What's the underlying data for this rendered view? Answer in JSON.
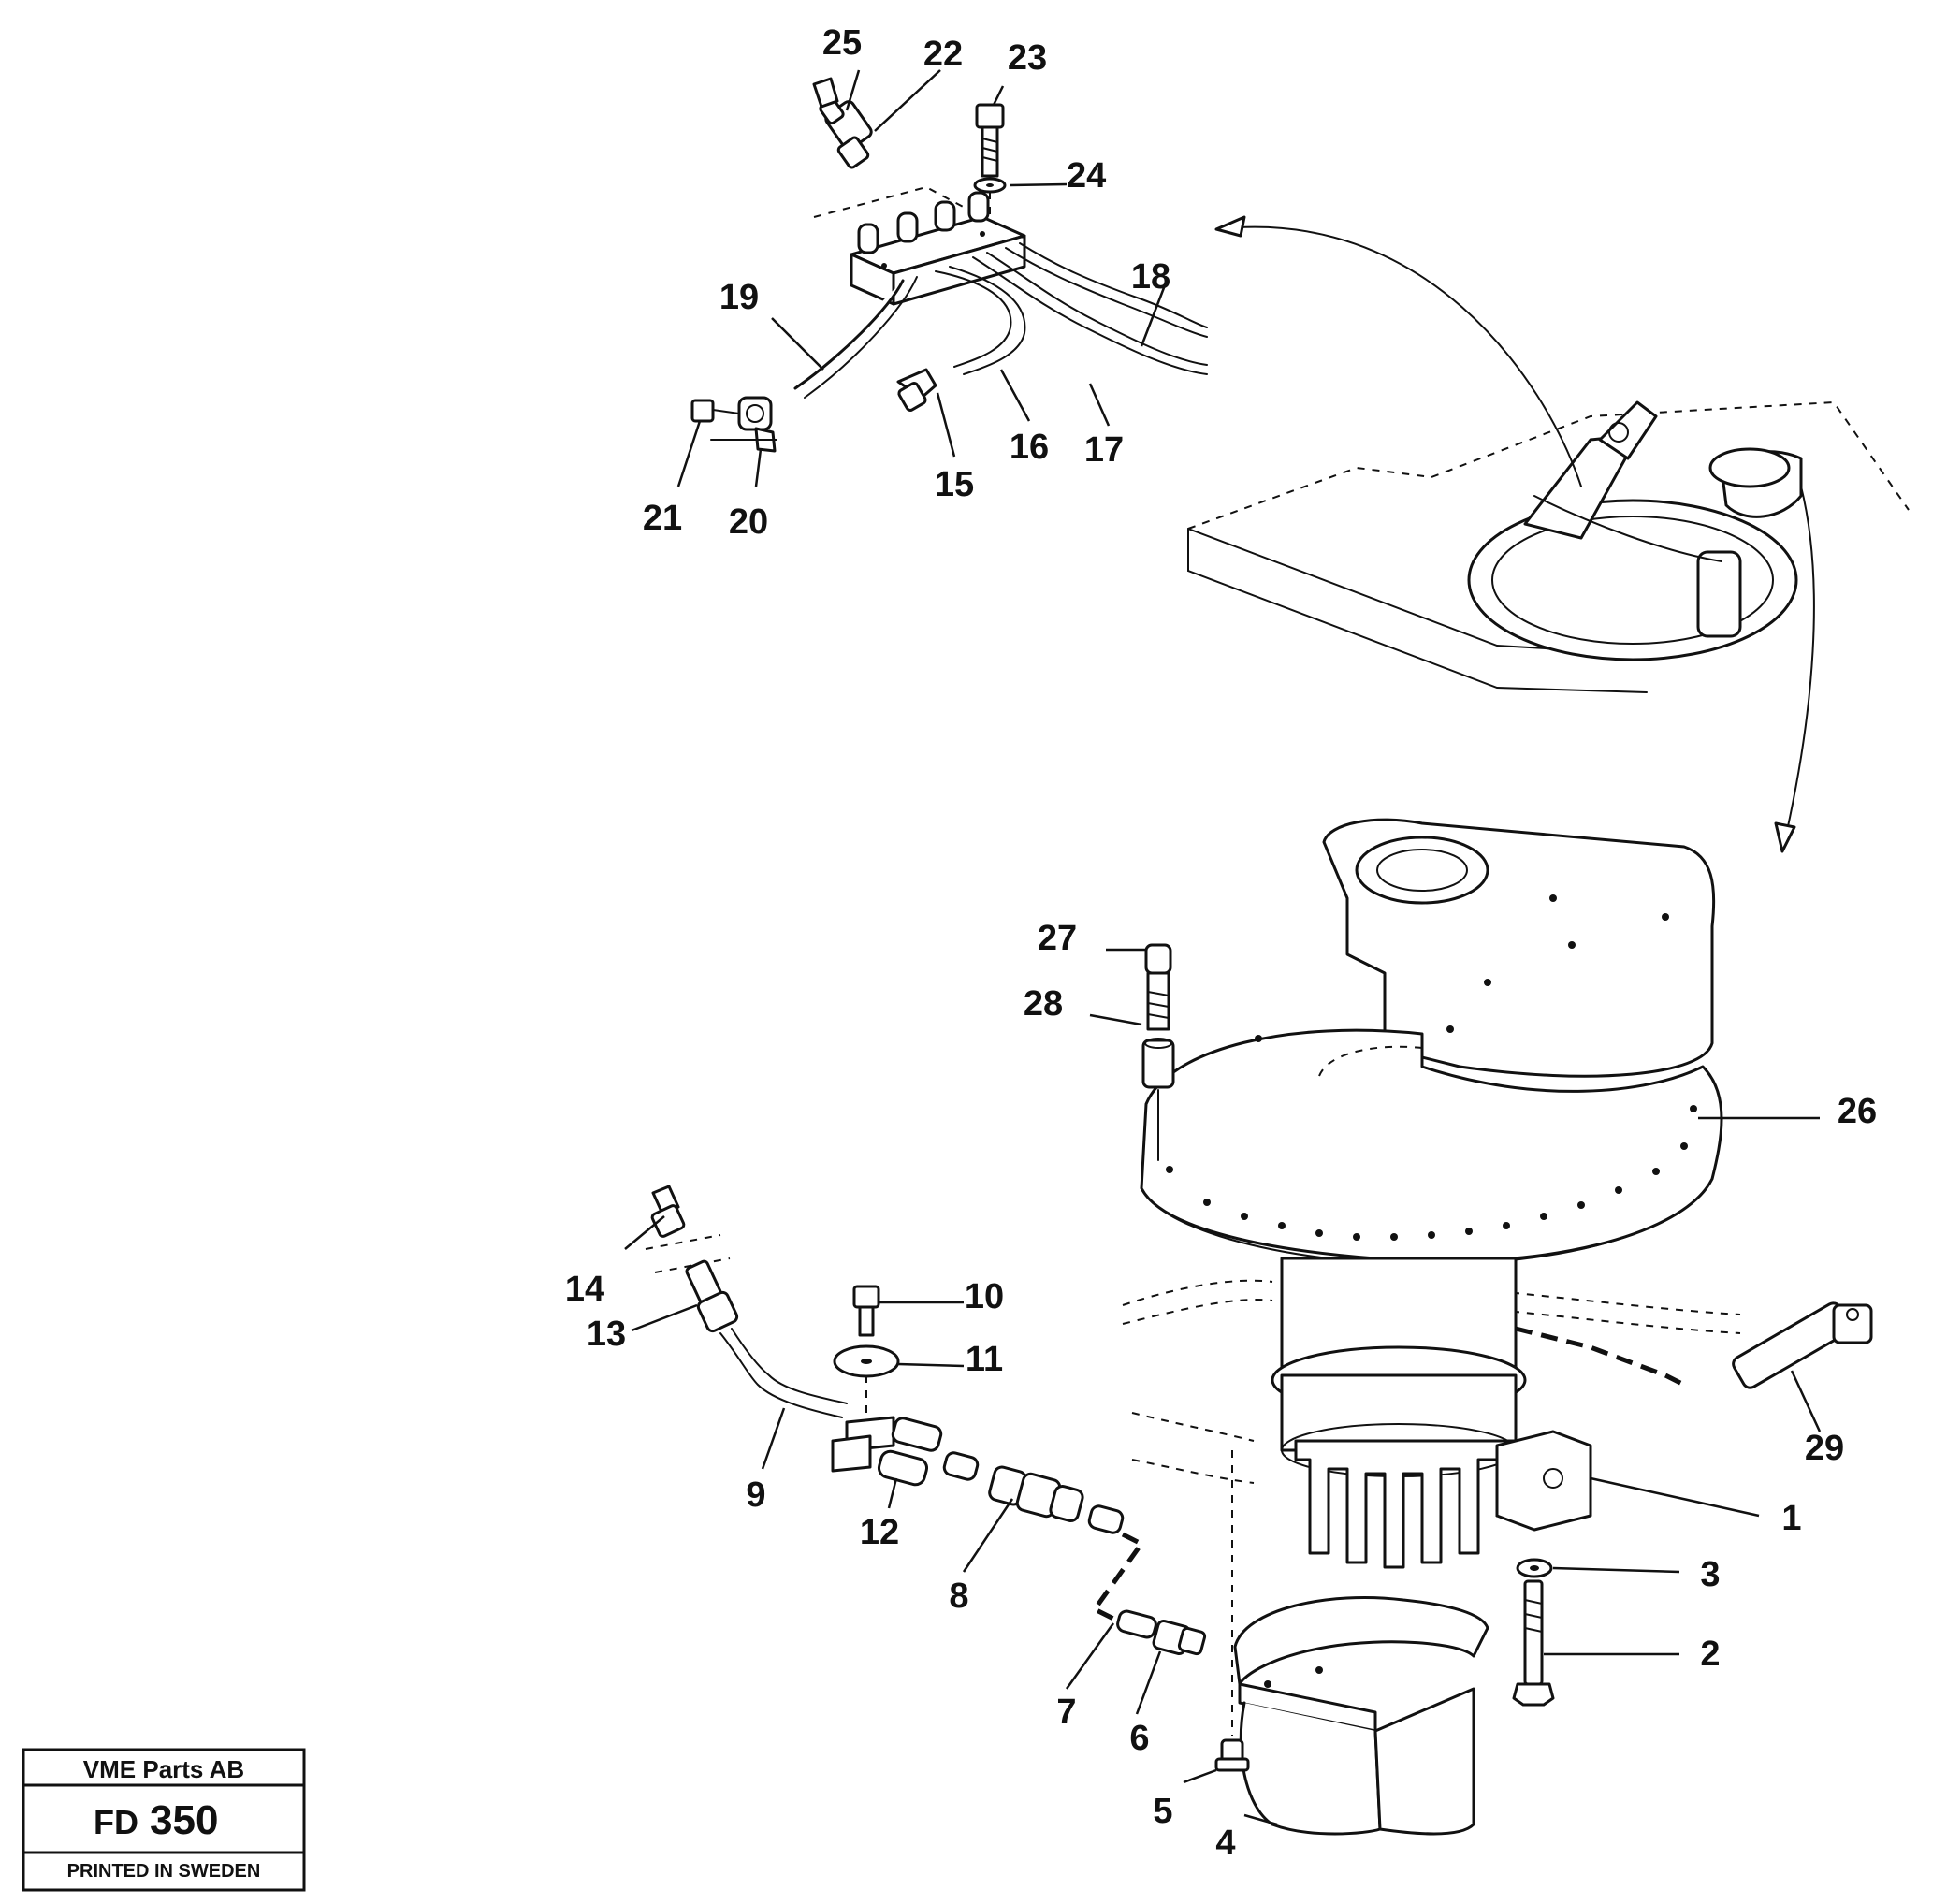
{
  "title_block": {
    "company": "VME Parts AB",
    "code_prefix": "FD",
    "code_number": "350",
    "footer": "PRINTED IN SWEDEN"
  },
  "callouts": [
    {
      "id": "1",
      "label": "1"
    },
    {
      "id": "2",
      "label": "2"
    },
    {
      "id": "3",
      "label": "3"
    },
    {
      "id": "4",
      "label": "4"
    },
    {
      "id": "5",
      "label": "5"
    },
    {
      "id": "6",
      "label": "6"
    },
    {
      "id": "7",
      "label": "7"
    },
    {
      "id": "8",
      "label": "8"
    },
    {
      "id": "9",
      "label": "9"
    },
    {
      "id": "10",
      "label": "10"
    },
    {
      "id": "11",
      "label": "11"
    },
    {
      "id": "12",
      "label": "12"
    },
    {
      "id": "13",
      "label": "13"
    },
    {
      "id": "14",
      "label": "14"
    },
    {
      "id": "15",
      "label": "15"
    },
    {
      "id": "16",
      "label": "16"
    },
    {
      "id": "17",
      "label": "17"
    },
    {
      "id": "18",
      "label": "18"
    },
    {
      "id": "19",
      "label": "19"
    },
    {
      "id": "20",
      "label": "20"
    },
    {
      "id": "21",
      "label": "21"
    },
    {
      "id": "22",
      "label": "22"
    },
    {
      "id": "23",
      "label": "23"
    },
    {
      "id": "24",
      "label": "24"
    },
    {
      "id": "25",
      "label": "25"
    },
    {
      "id": "26",
      "label": "26"
    },
    {
      "id": "27",
      "label": "27"
    },
    {
      "id": "28",
      "label": "28"
    },
    {
      "id": "29",
      "label": "29"
    }
  ]
}
